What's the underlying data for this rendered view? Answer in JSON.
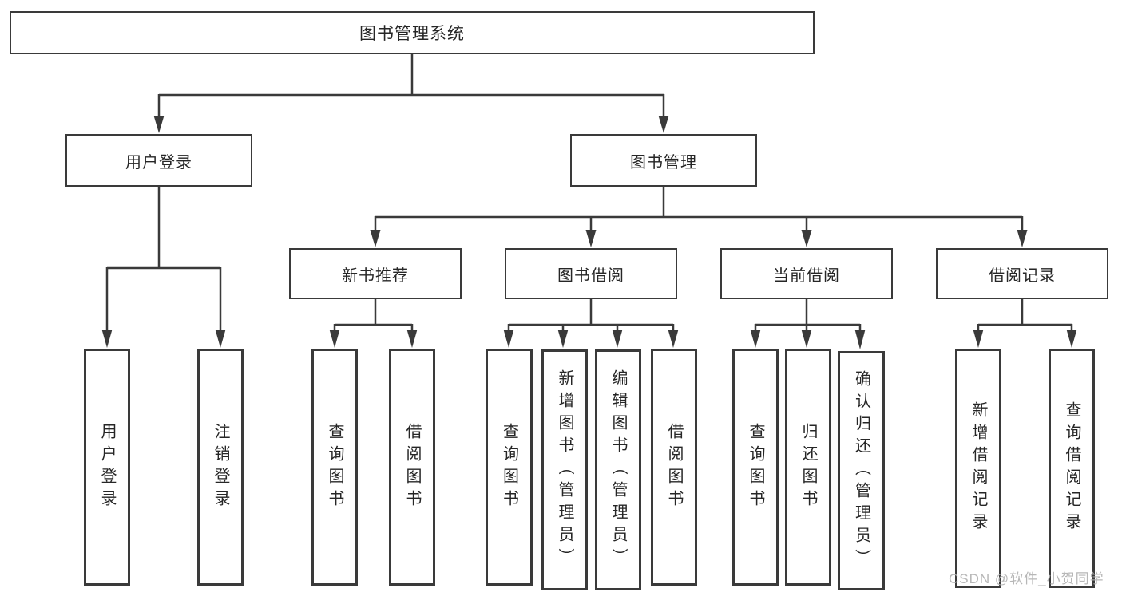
{
  "diagram": {
    "type": "hierarchy-chart",
    "colors": {
      "line": "#3a3a3a",
      "box_border": "#3a3a3a",
      "text": "#262626",
      "watermark": "#b0b0b0",
      "background": "#ffffff"
    },
    "tree": {
      "label": "图书管理系统",
      "children": [
        {
          "label": "用户登录",
          "children": [
            {
              "label": "用户登录"
            },
            {
              "label": "注销登录"
            }
          ]
        },
        {
          "label": "图书管理",
          "children": [
            {
              "label": "新书推荐",
              "children": [
                {
                  "label": "查询图书"
                },
                {
                  "label": "借阅图书"
                }
              ]
            },
            {
              "label": "图书借阅",
              "children": [
                {
                  "label": "查询图书"
                },
                {
                  "label": "新增图书（管理员）"
                },
                {
                  "label": "编辑图书（管理员）"
                },
                {
                  "label": "借阅图书"
                }
              ]
            },
            {
              "label": "当前借阅",
              "children": [
                {
                  "label": "查询图书"
                },
                {
                  "label": "归还图书"
                },
                {
                  "label": "确认归还（管理员）"
                }
              ]
            },
            {
              "label": "借阅记录",
              "children": [
                {
                  "label": "新增借阅记录"
                },
                {
                  "label": "查询借阅记录"
                }
              ]
            }
          ]
        }
      ]
    },
    "watermark": {
      "text": "CSDN @软件_小贺同学"
    }
  }
}
